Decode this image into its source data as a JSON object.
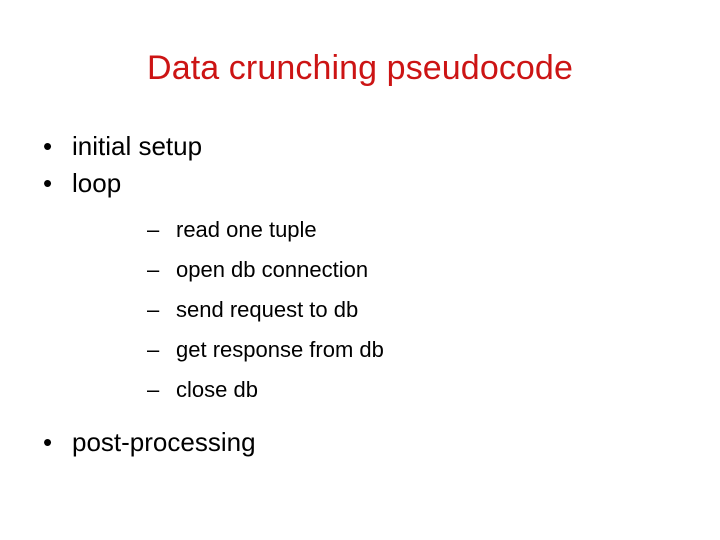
{
  "slide": {
    "title": "Data crunching pseudocode",
    "title_color": "#CC1414",
    "text_color": "#000000",
    "background_color": "#FFFFFF",
    "bullet_marker": "•",
    "sub_bullet_marker": "–",
    "outline": [
      {
        "level": 1,
        "text": "initial setup",
        "marker": "•"
      },
      {
        "level": 1,
        "text": "loop",
        "marker": "•",
        "children": [
          {
            "level": 2,
            "text": "read one tuple",
            "marker": "–"
          },
          {
            "level": 2,
            "text": "open db connection",
            "marker": "–"
          },
          {
            "level": 2,
            "text": "send request to db",
            "marker": "–"
          },
          {
            "level": 2,
            "text": "get response from db",
            "marker": "–"
          },
          {
            "level": 2,
            "text": "close db",
            "marker": "–"
          }
        ]
      },
      {
        "level": 1,
        "text": "post-processing",
        "marker": "•"
      }
    ]
  }
}
